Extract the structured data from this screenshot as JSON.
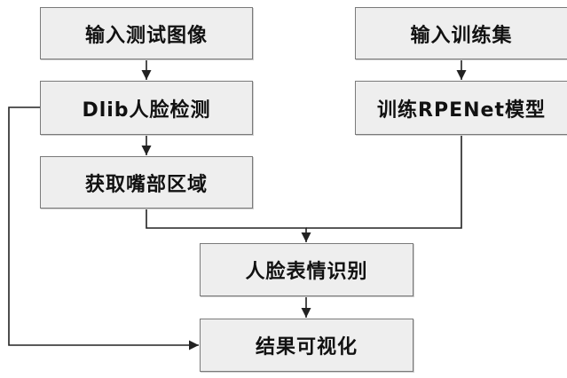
{
  "nodes": [
    {
      "id": "n1",
      "label": "输入测试图像"
    },
    {
      "id": "n2",
      "label": "输入训练集"
    },
    {
      "id": "n3",
      "label": "Dlib人脸检测"
    },
    {
      "id": "n4",
      "label": "训练RPENet模型"
    },
    {
      "id": "n5",
      "label": "获取嘴部区域"
    },
    {
      "id": "n6",
      "label": "人脸表情识别"
    },
    {
      "id": "n7",
      "label": "结果可视化"
    }
  ],
  "edges": [
    {
      "from": "n1",
      "to": "n3"
    },
    {
      "from": "n3",
      "to": "n5"
    },
    {
      "from": "n2",
      "to": "n4"
    },
    {
      "from": "n5",
      "to": "n6"
    },
    {
      "from": "n4",
      "to": "n6"
    },
    {
      "from": "n6",
      "to": "n7"
    },
    {
      "from": "n3",
      "to": "n7"
    }
  ],
  "colors": {
    "box_fill": "#eeeeee",
    "box_border": "#7a7a7a",
    "line": "#222222",
    "text": "#111111"
  }
}
